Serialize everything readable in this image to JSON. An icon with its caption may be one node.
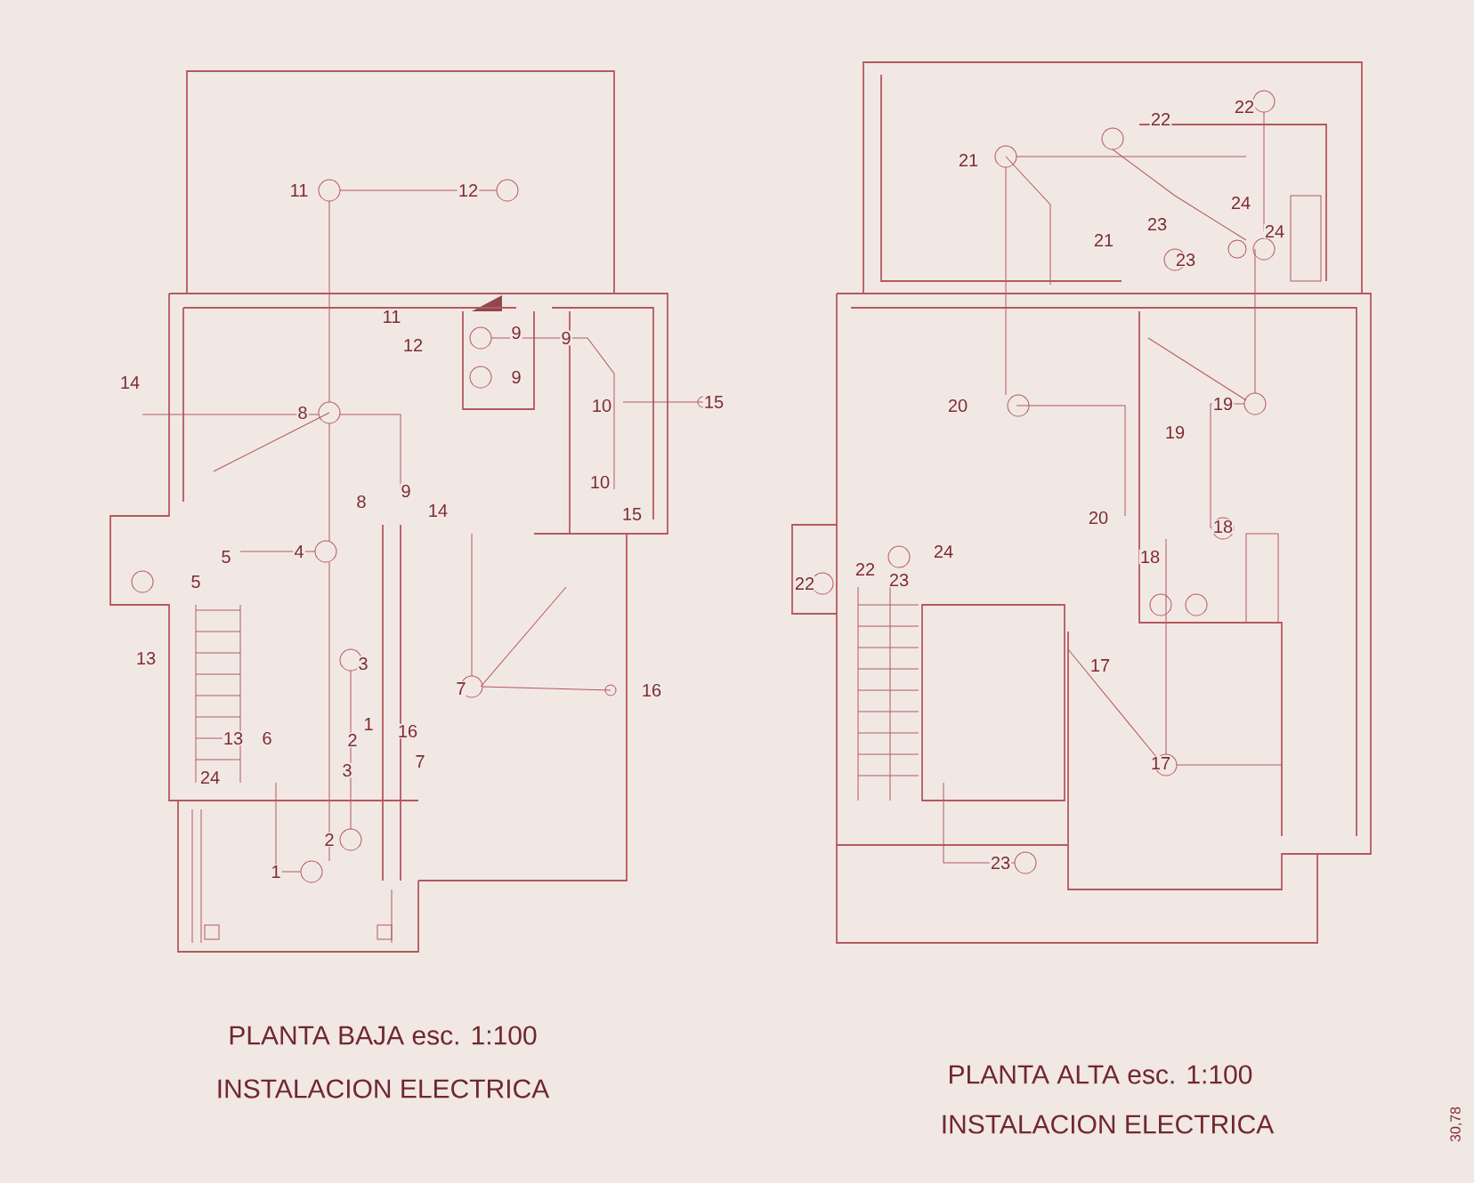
{
  "diagram": {
    "labels": [
      "11",
      "12",
      "11",
      "12",
      "9",
      "9",
      "9",
      "14",
      "8",
      "10",
      "15",
      "10",
      "15",
      "8",
      "9",
      "14",
      "4",
      "5",
      "5",
      "13",
      "3",
      "7",
      "16",
      "1",
      "16",
      "2",
      "7",
      "3",
      "13",
      "6",
      "24",
      "2",
      "1",
      "22",
      "22",
      "21",
      "24",
      "23",
      "24",
      "21",
      "23",
      "20",
      "19",
      "19",
      "20",
      "18",
      "24",
      "22",
      "22",
      "23",
      "18",
      "17",
      "17",
      "23",
      "PLANTA BAJA esc. 1:100",
      "INSTALACION ELECTRICA",
      "PLANTA ALTA esc. 1:100",
      "INSTALACION ELECTRICA",
      "30,78"
    ]
  }
}
